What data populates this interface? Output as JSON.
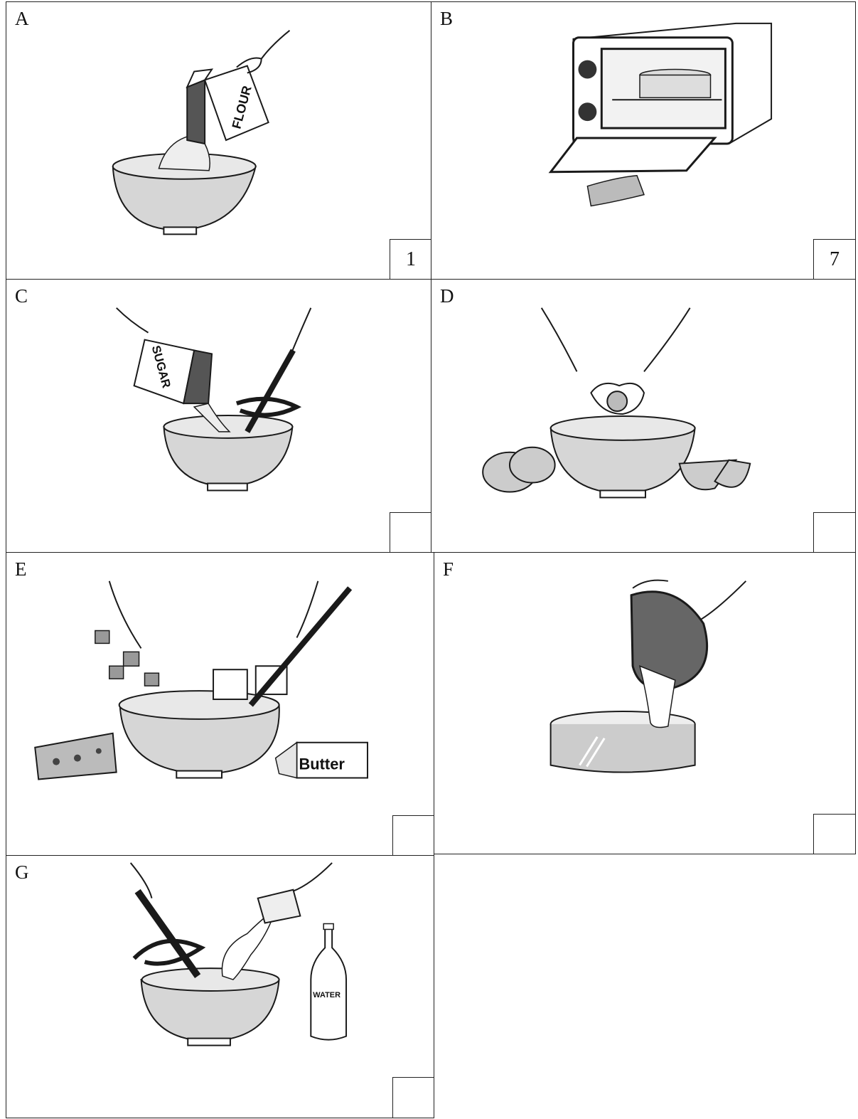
{
  "panels": [
    {
      "letter": "A",
      "number": "1",
      "label": "FLOUR"
    },
    {
      "letter": "B",
      "number": "7"
    },
    {
      "letter": "C",
      "number": "",
      "label": "SUGAR"
    },
    {
      "letter": "D",
      "number": ""
    },
    {
      "letter": "E",
      "number": "",
      "label": "Butter"
    },
    {
      "letter": "F",
      "number": ""
    },
    {
      "letter": "G",
      "number": "",
      "label": "WATER"
    }
  ],
  "colors": {
    "line": "#1a1a1a",
    "shade": "#cfcfcf",
    "dark": "#555555"
  }
}
